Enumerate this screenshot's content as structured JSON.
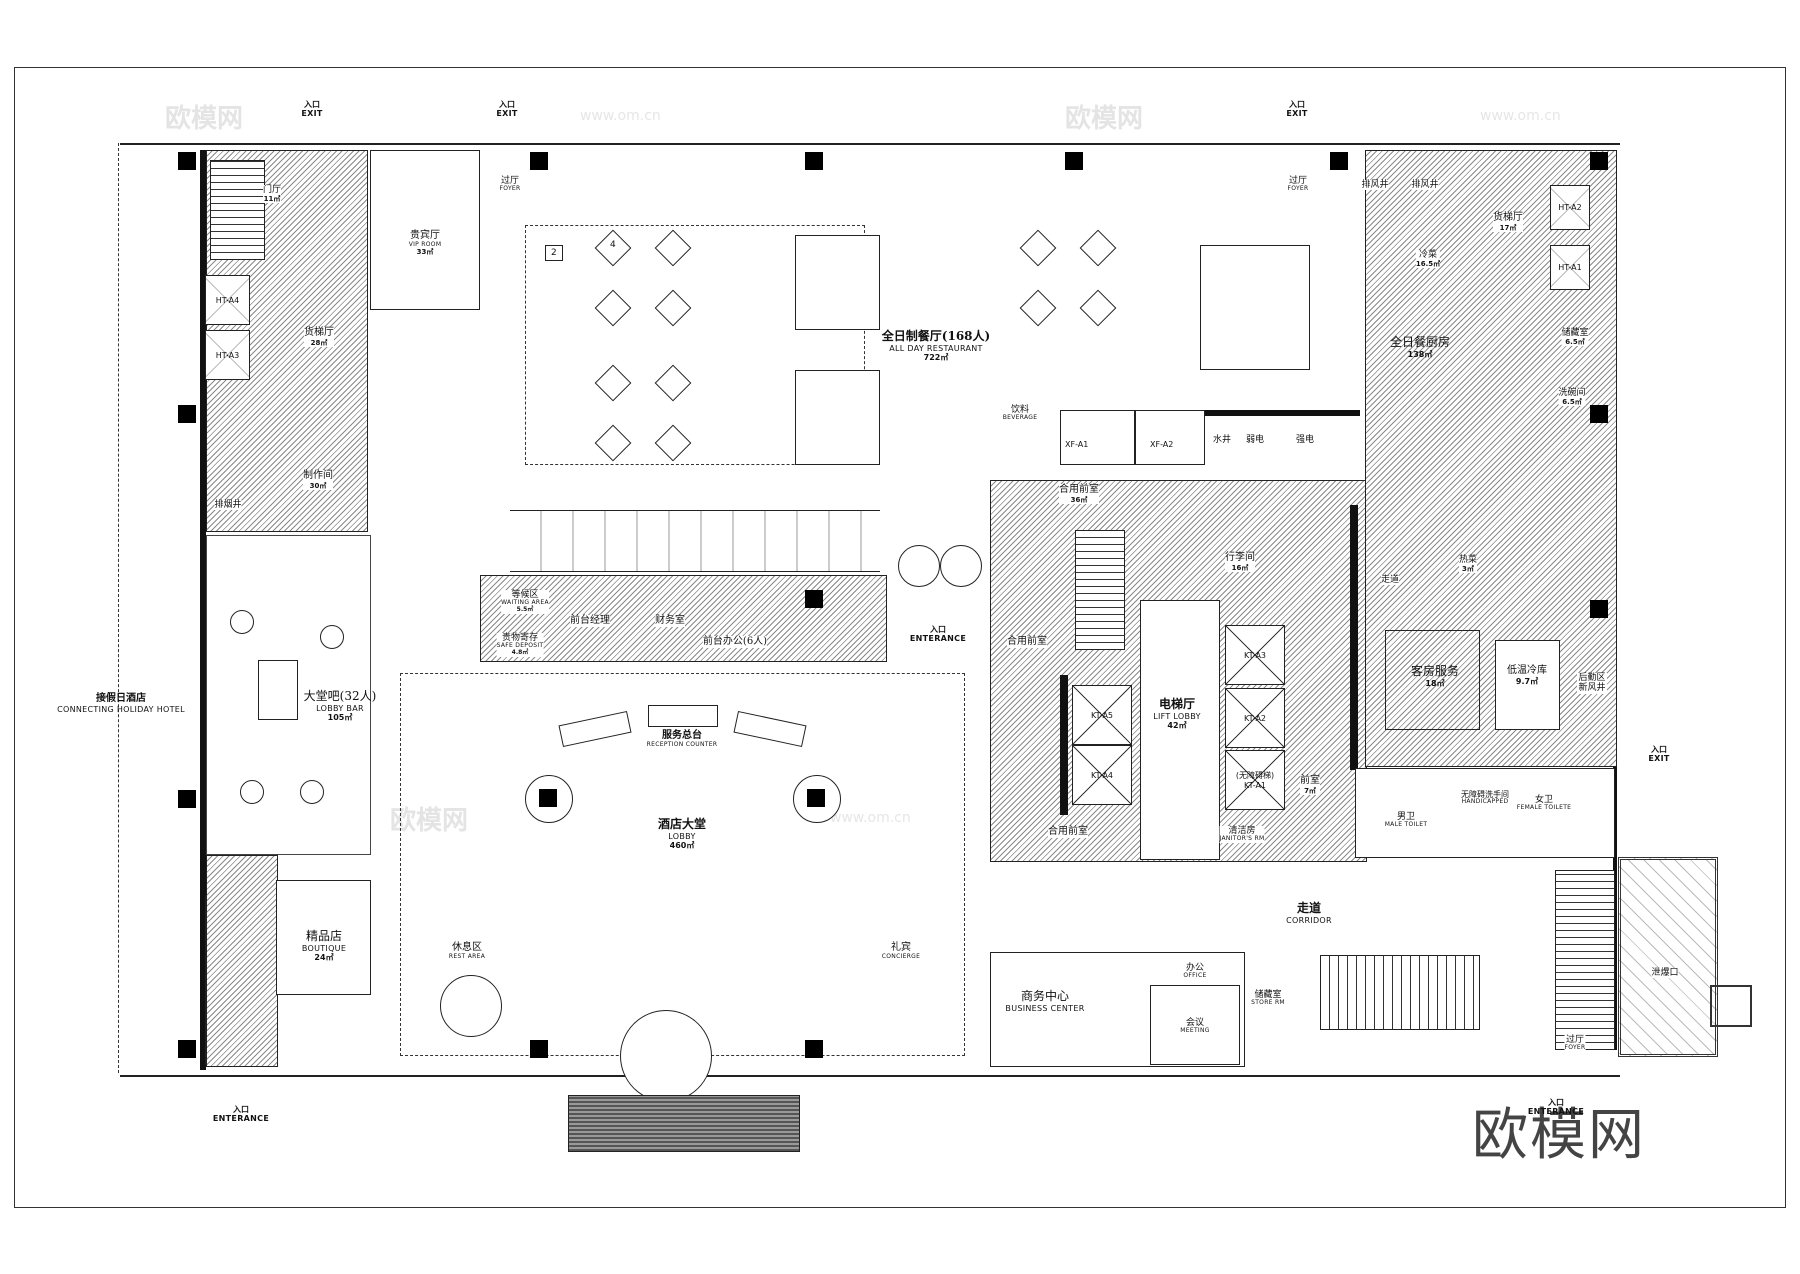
{
  "plan": {
    "colors": {
      "line": "#111111",
      "hatch": "#8a8a8a",
      "background": "#ffffff"
    },
    "exits": [
      {
        "cn": "入口",
        "en": "EXIT"
      },
      {
        "cn": "入口",
        "en": "EXIT"
      },
      {
        "cn": "入口",
        "en": "EXIT"
      },
      {
        "cn": "入口",
        "en": "EXIT"
      }
    ],
    "entrances": [
      {
        "cn": "入口",
        "en": "ENTERANCE"
      },
      {
        "cn": "入口",
        "en": "ENTERANCE"
      },
      {
        "cn": "入口",
        "en": "ENTERANCE"
      }
    ],
    "rooms": {
      "restaurant": {
        "cn": "全日制餐厅(168人)",
        "en": "ALL DAY RESTAURANT",
        "area": "722㎡"
      },
      "lobby": {
        "cn": "酒店大堂",
        "en": "LOBBY",
        "area": "460㎡"
      },
      "reception": {
        "cn": "服务总台",
        "en": "RECEPTION COUNTER"
      },
      "lobby_bar": {
        "cn": "大堂吧(32人)",
        "en": "LOBBY BAR",
        "area": "105㎡"
      },
      "connecting": {
        "cn": "接假日酒店",
        "en": "CONNECTING HOLIDAY HOTEL"
      },
      "lift_lobby": {
        "cn": "电梯厅",
        "en": "LIFT LOBBY",
        "area": "42㎡"
      },
      "corridor": {
        "cn": "走道",
        "en": "CORRIDOR"
      },
      "business": {
        "cn": "商务中心",
        "en": "BUSINESS CENTER"
      },
      "office": {
        "cn": "办公",
        "en": "OFFICE"
      },
      "meeting": {
        "cn": "会议",
        "en": "MEETING"
      },
      "store": {
        "cn": "储藏室",
        "en": "STORE RM"
      },
      "kitchen": {
        "cn": "全日餐厨房",
        "area": "138㎡"
      },
      "room_service": {
        "cn": "客房服务",
        "area": "18㎡"
      },
      "cold_room": {
        "cn": "低温冷库",
        "area": "9.7㎡"
      },
      "boutique": {
        "cn": "精品店",
        "en": "BOUTIQUE",
        "area": "24㎡"
      },
      "rest_area": {
        "cn": "休息区",
        "en": "REST AREA"
      },
      "concierge": {
        "cn": "礼宾",
        "en": "CONCIERGE"
      },
      "front_office": {
        "cn": "前台办公(6人)"
      },
      "waiting": {
        "cn": "等候区",
        "en": "WAITING AREA",
        "area": "5.5㎡"
      },
      "safe_deposit": {
        "cn": "贵物寄存",
        "en": "SAFE DEPOSIT",
        "area": "4.8㎡"
      },
      "front_manager": {
        "cn": "前台经理"
      },
      "finance": {
        "cn": "财务室"
      },
      "vip_room": {
        "cn": "贵宾厅",
        "en": "VIP ROOM",
        "area": "33㎡"
      },
      "freight_hall_left": {
        "cn": "货梯厅",
        "area": "28㎡"
      },
      "freight_hall_right": {
        "cn": "货梯厅",
        "area": "17㎡"
      },
      "prep_room": {
        "cn": "制作间",
        "area": "30㎡"
      },
      "foyer_left": {
        "cn": "门厅",
        "area": "11㎡"
      },
      "shared_front_1": {
        "cn": "合用前室",
        "area": "36㎡"
      },
      "shared_front_2": {
        "cn": "合用前室"
      },
      "shared_front_3": {
        "cn": "合用前室"
      },
      "luggage": {
        "cn": "行李间",
        "area": "16㎡"
      },
      "anteroom": {
        "cn": "前室",
        "area": "7㎡"
      },
      "janitor": {
        "cn": "清洁房",
        "en": "JANITOR'S RM"
      },
      "male_toilet": {
        "cn": "男卫",
        "en": "MALE TOILET"
      },
      "female_toilet": {
        "cn": "女卫",
        "en": "FEMALE TOILETE"
      },
      "accessible": {
        "cn": "无障碍洗手间",
        "en": "HANDICAPPED"
      },
      "dish_room": {
        "cn": "洗碗间",
        "area": "6.5㎡"
      },
      "storage_room": {
        "cn": "储藏室",
        "area": "6.5㎡"
      },
      "logistics": {
        "cn": "后勤区新风井"
      },
      "blast_vent": {
        "cn": "泄爆口"
      },
      "beverage": {
        "cn": "饮料",
        "en": "BEVERAGE"
      },
      "cold_kitchen": {
        "cn": "冷菜",
        "area": "16.5㎡"
      },
      "hot_kitchen": {
        "cn": "热菜",
        "area": "3㎡"
      },
      "kitchen_corridor": {
        "cn": "走道"
      },
      "weak_elec": {
        "cn": "弱电"
      },
      "strong_elec": {
        "cn": "强电"
      },
      "water_shaft": {
        "cn": "水井"
      },
      "exhaust_1": {
        "cn": "排风井"
      },
      "exhaust_2": {
        "cn": "排风井"
      },
      "smoke": {
        "cn": "排烟井"
      },
      "foyer_top_left": {
        "cn": "过厅",
        "en": "FOYER"
      },
      "foyer_top_right": {
        "cn": "过厅",
        "en": "FOYER"
      },
      "foyer_bottom_right": {
        "cn": "过厅",
        "en": "FOYER"
      },
      "entrance_mid": {
        "cn": "入口",
        "en": "ENTERANCE"
      }
    },
    "elevators": [
      "KT-A1",
      "KT-A2",
      "KT-A3",
      "KT-A4",
      "KT-A5",
      "HT-A1",
      "HT-A2",
      "HT-A3",
      "HT-A4",
      "XF-A1",
      "XF-A2"
    ],
    "accessible_elevator_note": "(无障碍梯)",
    "table_seats": [
      "4",
      "2"
    ],
    "watermarks": {
      "logo": "欧模网",
      "url": "www.om.cn",
      "corner_logo": "欧模网"
    }
  }
}
